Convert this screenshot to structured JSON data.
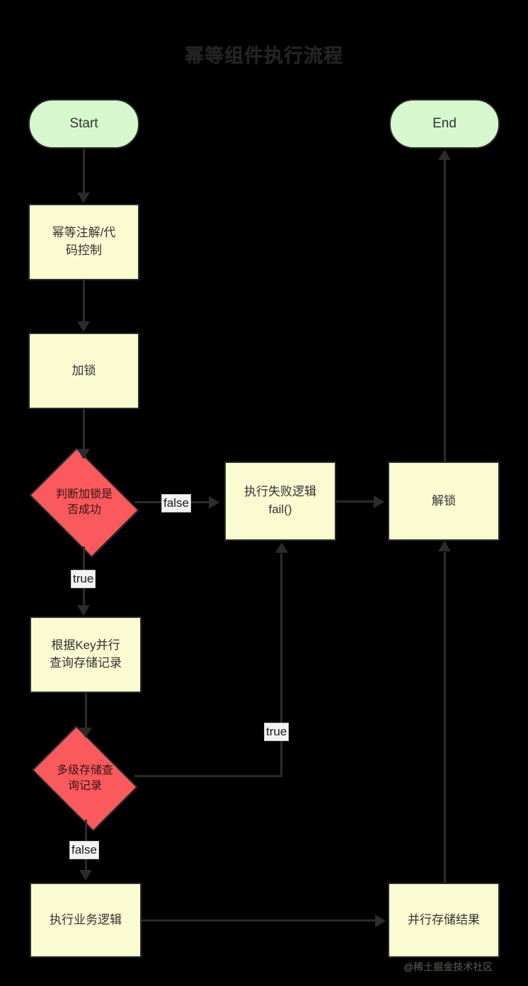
{
  "diagram": {
    "title": "幂等组件执行流程",
    "watermark": "@稀土掘金技术社区",
    "colors": {
      "background": "#000000",
      "terminal_fill": "#D7F8CE",
      "process_fill": "#FBFBD2",
      "decision_fill": "#FA5A5D",
      "stroke": "#2b2b2b",
      "edge_label_bg": "#F2F2F2"
    },
    "nodes": [
      {
        "id": "start",
        "type": "terminal",
        "label": "Start"
      },
      {
        "id": "annot",
        "type": "process",
        "label": "幂等注解/代\n码控制"
      },
      {
        "id": "lock",
        "type": "process",
        "label": "加锁"
      },
      {
        "id": "lockok",
        "type": "decision",
        "label": "判断加锁是\n否成功"
      },
      {
        "id": "fail",
        "type": "process",
        "label": "执行失败逻辑\nfail()"
      },
      {
        "id": "unlock",
        "type": "process",
        "label": "解锁"
      },
      {
        "id": "end",
        "type": "terminal",
        "label": "End"
      },
      {
        "id": "query",
        "type": "process",
        "label": "根据Key并行\n查询存储记录"
      },
      {
        "id": "multi",
        "type": "decision",
        "label": "多级存储查\n询记录"
      },
      {
        "id": "biz",
        "type": "process",
        "label": "执行业务逻辑"
      },
      {
        "id": "store",
        "type": "process",
        "label": "并行存储结果"
      }
    ],
    "edges": [
      {
        "from": "start",
        "to": "annot",
        "label": ""
      },
      {
        "from": "annot",
        "to": "lock",
        "label": ""
      },
      {
        "from": "lock",
        "to": "lockok",
        "label": ""
      },
      {
        "from": "lockok",
        "to": "fail",
        "label": "false"
      },
      {
        "from": "lockok",
        "to": "query",
        "label": "true"
      },
      {
        "from": "fail",
        "to": "unlock",
        "label": ""
      },
      {
        "from": "unlock",
        "to": "end",
        "label": ""
      },
      {
        "from": "query",
        "to": "multi",
        "label": ""
      },
      {
        "from": "multi",
        "to": "fail",
        "label": "true"
      },
      {
        "from": "multi",
        "to": "biz",
        "label": "false"
      },
      {
        "from": "biz",
        "to": "store",
        "label": ""
      },
      {
        "from": "store",
        "to": "unlock",
        "label": ""
      }
    ],
    "edge_labels": {
      "lock_false": "false",
      "lock_true": "true",
      "multi_true": "true",
      "multi_false": "false"
    }
  }
}
